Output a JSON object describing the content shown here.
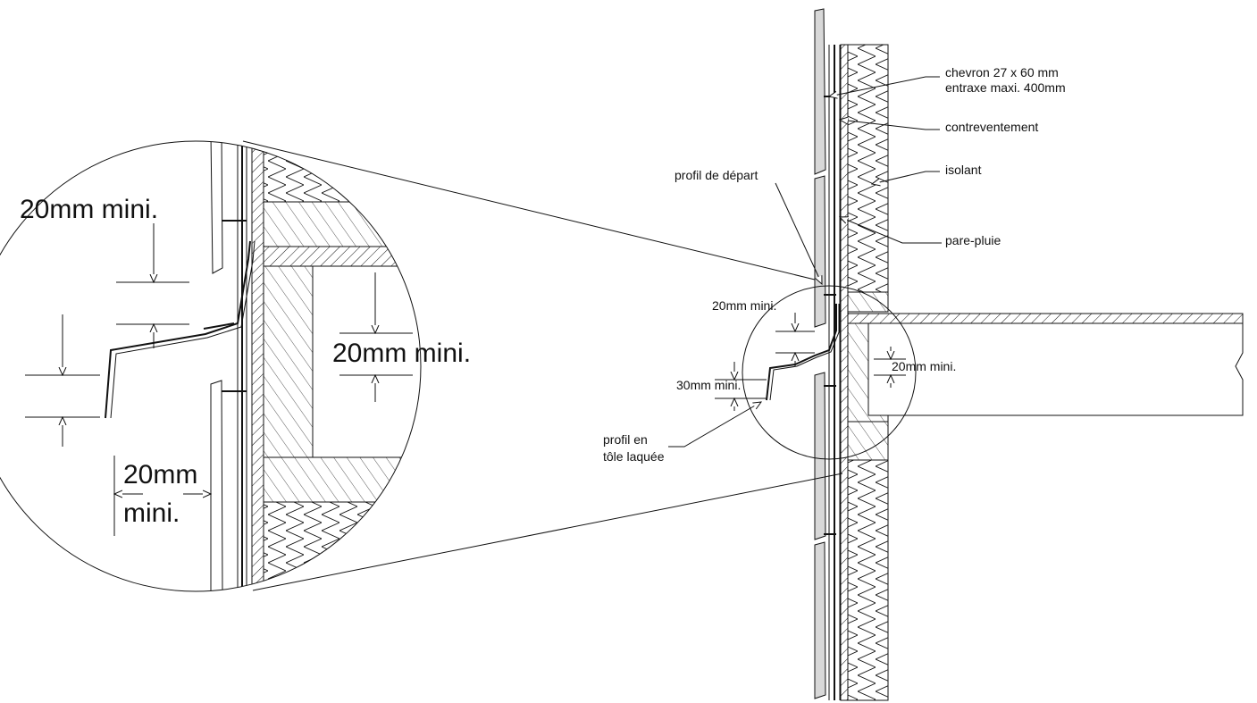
{
  "labels": {
    "chevron_line1": "chevron 27 x 60 mm",
    "chevron_line2": "entraxe maxi. 400mm",
    "contreventement": "contreventement",
    "isolant": "isolant",
    "pare_pluie": "pare-pluie",
    "profil_depart": "profil de départ",
    "profil_tole_line1": "profil en",
    "profil_tole_line2": "tôle laquée",
    "dim_20_small_top": "20mm mini.",
    "dim_20_small_right": "20mm mini.",
    "dim_30_small": "30mm mini.",
    "dim_20_large_top": "20mm mini.",
    "dim_20_large_right": "20mm mini.",
    "dim_20_large_bottom_line1": "20mm",
    "dim_20_large_bottom_line2": "mini."
  }
}
